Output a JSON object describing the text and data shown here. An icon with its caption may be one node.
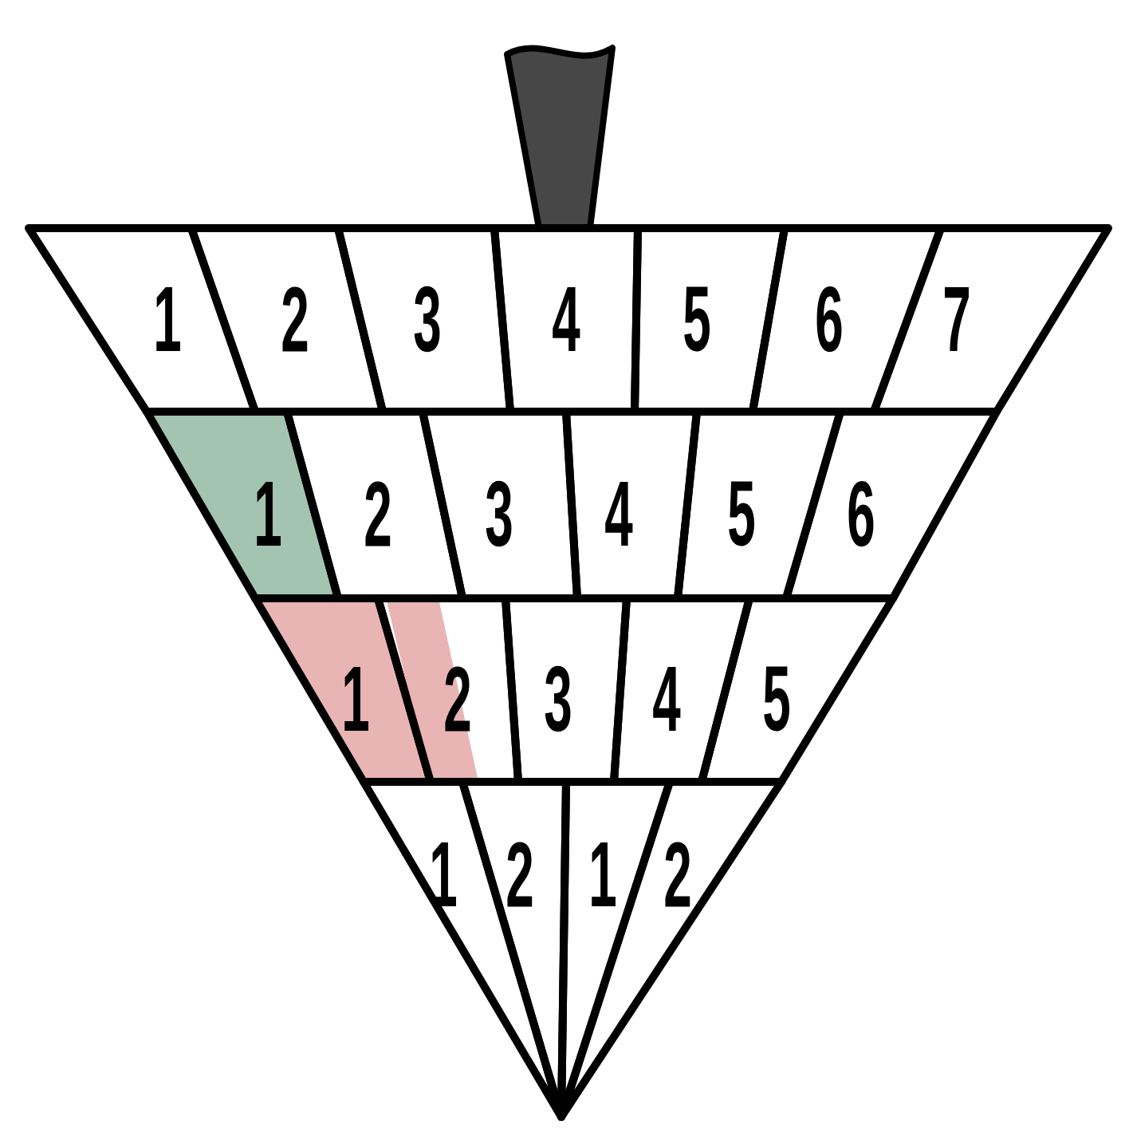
{
  "diagram": {
    "nodes": [
      {
        "text": [
          "1"
        ]
      },
      {
        "text": [
          "2"
        ]
      },
      {
        "text": [
          "3"
        ]
      },
      {
        "text": [
          "4"
        ]
      },
      {
        "text": [
          "5"
        ]
      },
      {
        "text": [
          "6"
        ]
      },
      {
        "text": [
          "7"
        ]
      },
      {
        "text": [
          "1"
        ]
      },
      {
        "text": [
          "2"
        ]
      },
      {
        "text": [
          "3"
        ]
      },
      {
        "text": [
          "4"
        ]
      },
      {
        "text": [
          "5"
        ]
      },
      {
        "text": [
          "6"
        ]
      },
      {
        "text": [
          "1"
        ]
      },
      {
        "text": [
          "2"
        ]
      },
      {
        "text": [
          "3"
        ]
      },
      {
        "text": [
          "4"
        ]
      },
      {
        "text": [
          "5"
        ]
      },
      {
        "text": [
          "1"
        ]
      },
      {
        "text": [
          "2"
        ]
      },
      {
        "text": [
          "1"
        ]
      },
      {
        "text": [
          "2"
        ]
      }
    ]
  }
}
